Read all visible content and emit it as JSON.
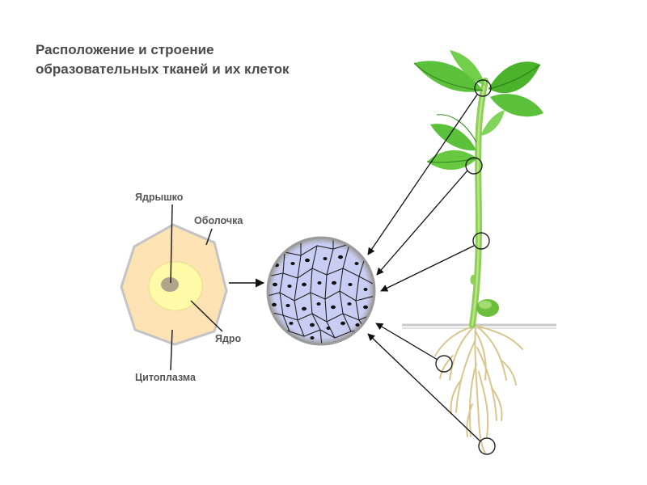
{
  "title": {
    "line1": "Расположение и строение",
    "line2": "образовательных тканей и их клеток"
  },
  "labels": {
    "nucleolus": "Ядрышко",
    "membrane": "Оболочка",
    "nucleus": "Ядро",
    "cytoplasm": "Цитоплазма"
  },
  "colors": {
    "cell_fill": "#fde2b4",
    "cell_border": "#bfbfbf",
    "nucleus_fill": "#fffaa8",
    "nucleolus_fill": "#b0a48a",
    "tissue_fill": "#c9cdf4",
    "tissue_rim": "#9a9a9a",
    "leaf": "#5cc13a",
    "stem": "#8ccf52",
    "root": "#d8c48e",
    "ground": "#bdbdbd"
  }
}
